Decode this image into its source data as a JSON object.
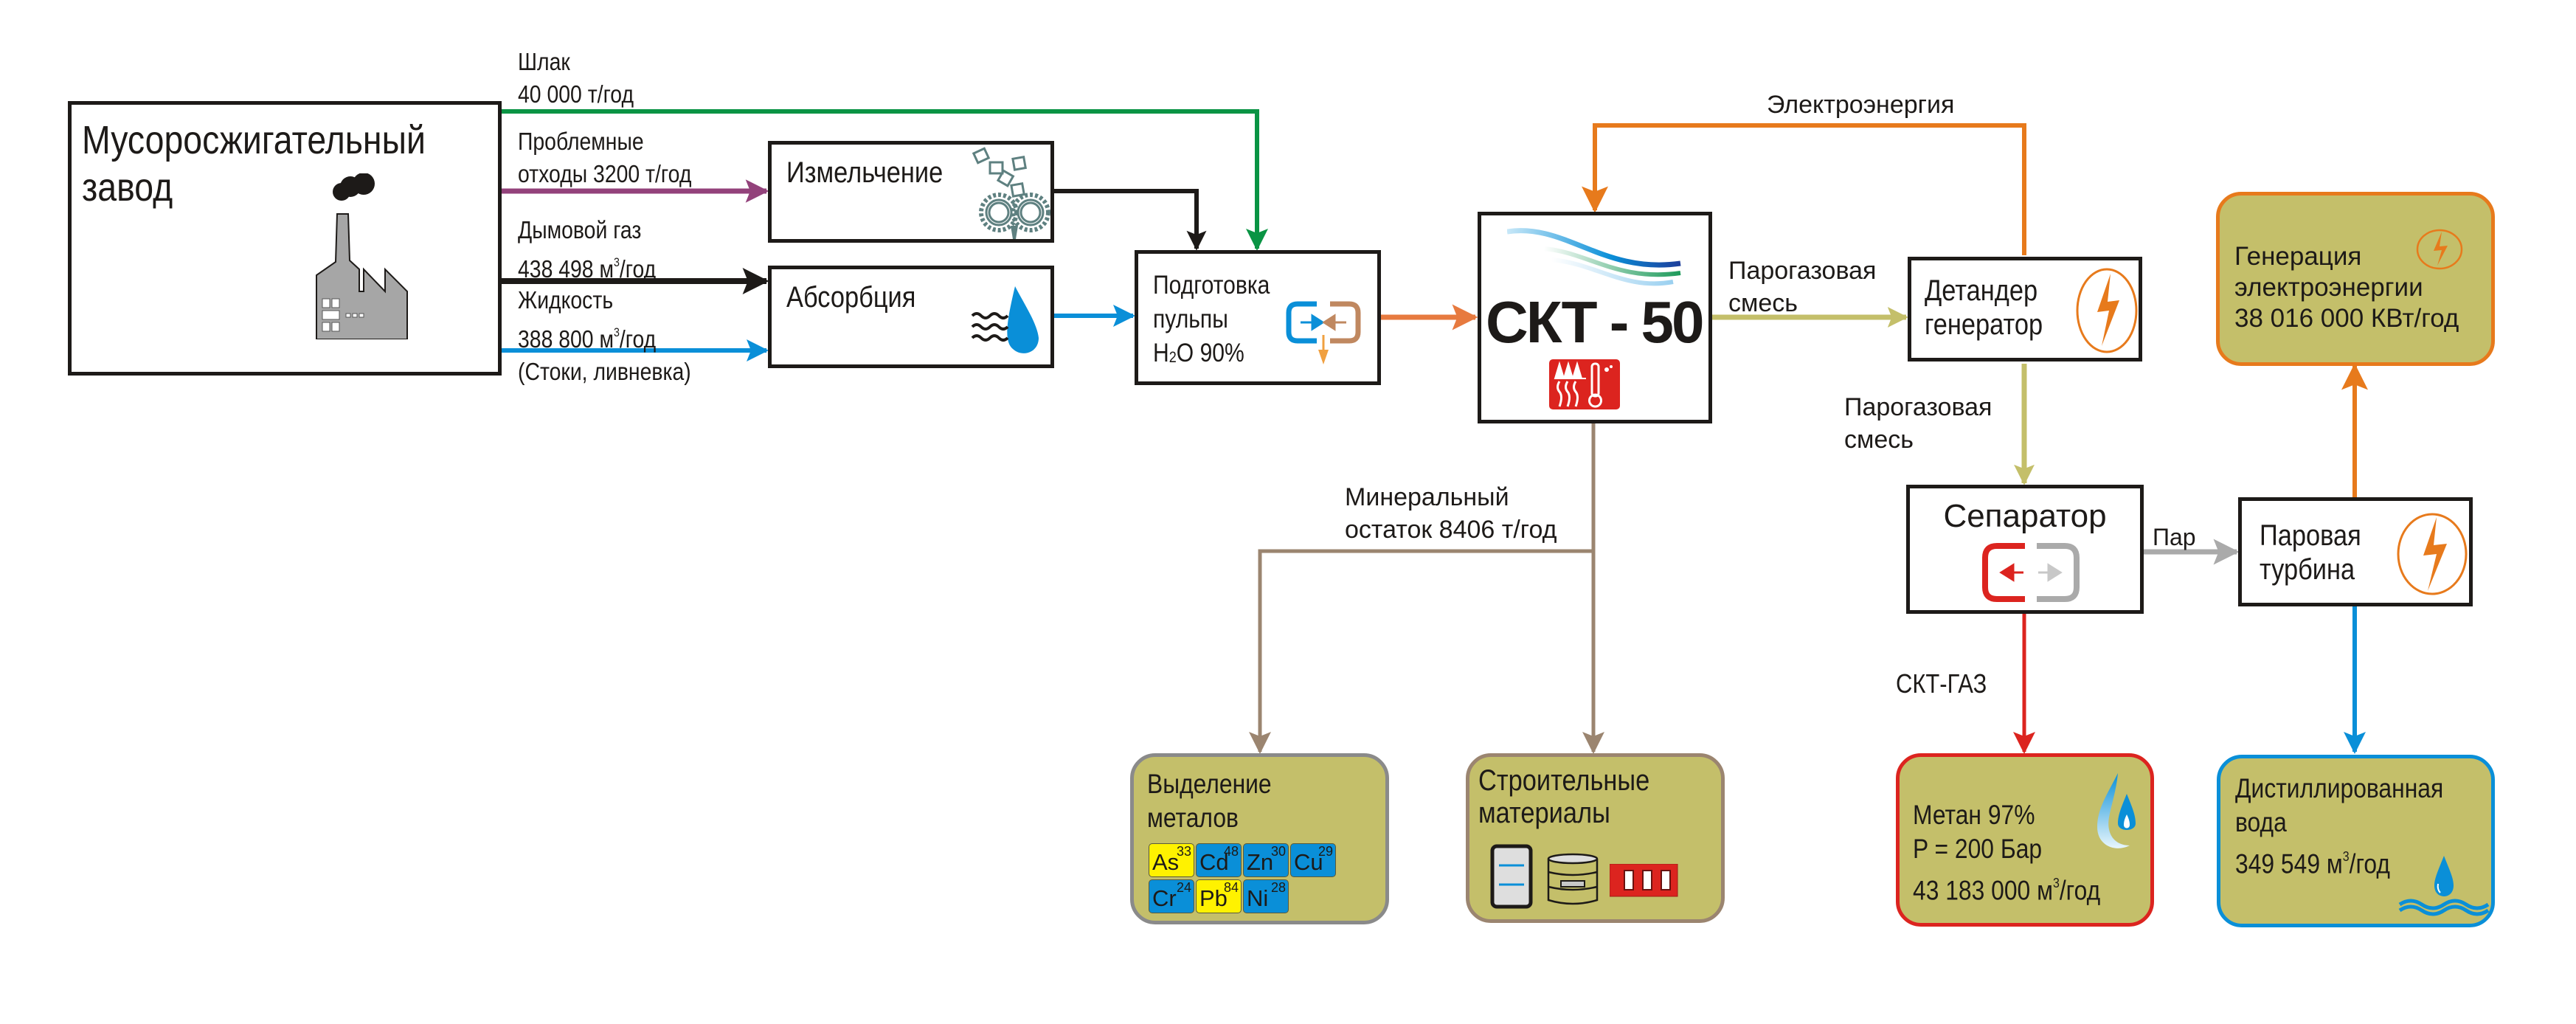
{
  "colors": {
    "slag_line": "#0a9444",
    "problem_waste_line": "#93427b",
    "smoke_gas_line": "#1d1a18",
    "liquid_line": "#0a8fd8",
    "pulp_line": "#e77a3f",
    "electricity_line": "#e77a1c",
    "steam_gas_line": "#c4bf6a",
    "mineral_line": "#9b8570",
    "steam_line": "#aaaaaa",
    "gas_line": "#dc241f",
    "water_line": "#0a8fd8",
    "product_fill": "#c4bf6a",
    "metal_yellow": "#fff200",
    "metal_blue": "#0a8fd8"
  },
  "nodes": {
    "plant": {
      "title_line1": "Мусоросжигательный",
      "title_line2": "завод",
      "icon": "factory-icon"
    },
    "grinding": {
      "title": "Измельчение",
      "icon": "gears-icon"
    },
    "absorption": {
      "title": "Абсорбция",
      "icon": "water-drop-waves-icon"
    },
    "pulp_prep": {
      "line1": "Подготовка",
      "line2": "пульпы",
      "line3_pre": "H",
      "line3_sub": "2",
      "line3_post": "O 90%",
      "icon": "mixing-icon"
    },
    "skt": {
      "title": "СКТ - 50",
      "icon": "heat-temperature-icon"
    },
    "detander": {
      "line1": "Детандер",
      "line2": "генератор",
      "icon": "lightning-icon"
    },
    "separator": {
      "title": "Сепаратор",
      "icon": "separator-icon"
    },
    "turbine": {
      "line1": "Паровая",
      "line2": "турбина",
      "icon": "lightning-icon"
    },
    "power_gen": {
      "line1": "Генерация",
      "line2": "электроэнергии",
      "line3": "38 016 000 КВт/год",
      "icon": "lightning-icon"
    },
    "methane": {
      "line1": "Метан 97%",
      "line2": "P = 200 Бар",
      "line3_pre": "43 183 000 м",
      "line3_sup": "3",
      "line3_post": "/год",
      "icon": "gas-drop-icon"
    },
    "water": {
      "line1": "Дистиллированная",
      "line2": "вода",
      "line3_pre": "349 549 м",
      "line3_sup": "3",
      "line3_post": "/год",
      "icon": "water-drop-icon"
    },
    "metals": {
      "line1": "Выделение",
      "line2": "металов",
      "elements": [
        {
          "symbol": "As",
          "number": "33",
          "color": "yellow"
        },
        {
          "symbol": "Cd",
          "number": "48",
          "color": "blue"
        },
        {
          "symbol": "Zn",
          "number": "30",
          "color": "blue"
        },
        {
          "symbol": "Cu",
          "number": "29",
          "color": "blue"
        },
        {
          "symbol": "Cr",
          "number": "24",
          "color": "blue"
        },
        {
          "symbol": "Pb",
          "number": "84",
          "color": "yellow"
        },
        {
          "symbol": "Ni",
          "number": "28",
          "color": "blue"
        }
      ]
    },
    "building": {
      "line1": "Строительные",
      "line2": "материалы",
      "icons": [
        "panel-icon",
        "barrel-icon",
        "brick-icon"
      ]
    }
  },
  "flows": {
    "slag": {
      "line1": "Шлак",
      "line2": "40 000 т/год"
    },
    "problem_waste": {
      "line1": "Проблемные",
      "line2": "отходы 3200 т/год"
    },
    "smoke_gas": {
      "line1": "Дымовой газ",
      "line2_pre": "438 498 м",
      "line2_sup": "3",
      "line2_post": "/год"
    },
    "liquid": {
      "line1": "Жидкость",
      "line2_pre": "388 800 м",
      "line2_sup": "3",
      "line2_post": "/год",
      "line3": "(Стоки, ливневка)"
    },
    "electricity": {
      "label": "Электроэнергия"
    },
    "steam_gas_1": {
      "line1": "Парогазовая",
      "line2": "смесь"
    },
    "steam_gas_2": {
      "line1": "Парогазовая",
      "line2": "смесь"
    },
    "steam": {
      "label": "Пар"
    },
    "skt_gas": {
      "label": "СКТ-ГАЗ"
    },
    "mineral": {
      "line1": "Минеральный",
      "line2": "остаток 8406 т/год"
    }
  }
}
